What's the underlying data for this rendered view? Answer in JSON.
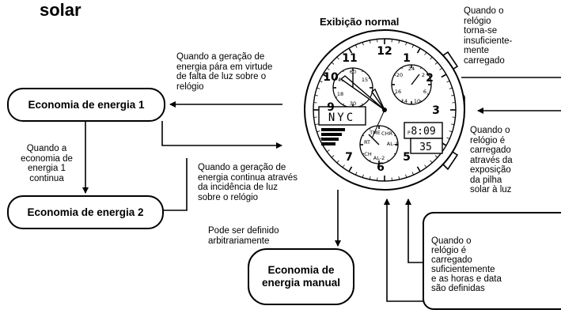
{
  "title_fragment": "solar",
  "watch_caption": "Exibição normal",
  "boxes": {
    "eco1": "Economia de energia 1",
    "eco2": "Economia de energia 2",
    "manual": "Economia de\nenergia manual"
  },
  "labels": {
    "light_lack": "Quando a geração de\nenergia pára em virtude\nde falta de luz sobre o\nrelógio",
    "eco1_continues": "Quando a\neconomia de\nenergia 1\ncontinua",
    "gen_continues": "Quando a geração de\nenergia continua através\nda incidência de luz\nsobre o relógio",
    "arbitrary": "Pode ser definido\narbitrariamente",
    "insufficient": "Quando o\nrelógio\ntorna-se\ninsuficiente-\nmente\ncarregado",
    "charged_solar": "Quando o\nrelógio é\ncarregado\natravés da\nexposição\nda pilha\nsolar à luz",
    "charged_enough": "Quando o\nrelógio é\ncarregado\nsuficientemente\ne as horas e data\nsão definidas"
  },
  "watch": {
    "hour_numerals": [
      "12",
      "1",
      "2",
      "3",
      "5",
      "6",
      "7",
      "9",
      "10",
      "11"
    ],
    "lcd_city": "NYC",
    "lcd_time": "8:09",
    "lcd_day": "35",
    "lcd_p": "P"
  }
}
